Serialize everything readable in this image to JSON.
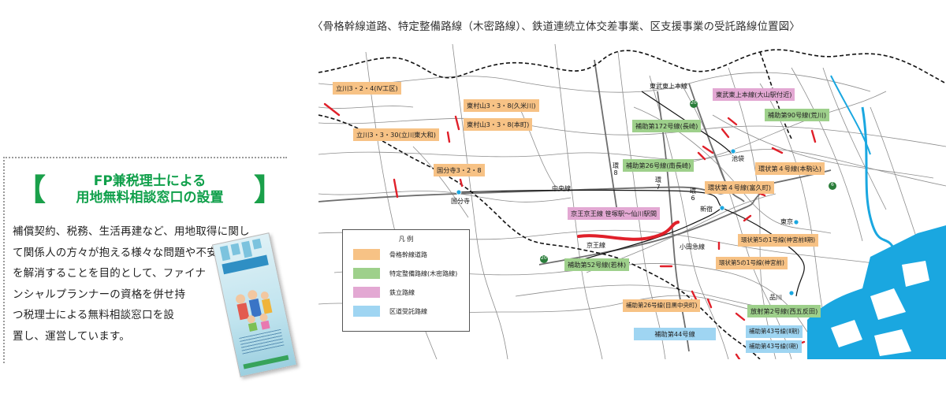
{
  "panel": {
    "bracket_left": "【",
    "bracket_right": "】",
    "heading_line1": "FP兼税理士による",
    "heading_line2": "用地無料相談窓口の設置",
    "body_lines": [
      "補償契約、税務、生活再建など、用地取得に関し",
      "て関係人の方々が抱える様々な問題や不安",
      "を解消することを目的として、ファイナ",
      "ンシャルプランナーの資格を併せ持",
      "つ税理士による無料相談窓口を設",
      "置し、運営しています。"
    ]
  },
  "map": {
    "title": "〈骨格幹線道路、特定整備路線（木密路線）、鉄道連続立体交差事業、区支援事業の受託路線位置図〉",
    "colors": {
      "kokkaku": "#f7c285",
      "mokumitsu": "#9ed08b",
      "tetsudo": "#e3a8d3",
      "ku": "#9fd5f2",
      "project_line": "#e0202a",
      "water": "#1aa7e0"
    },
    "labels": {
      "l1": "立川3・2・4(Ⅳ工区)",
      "l2": "東村山3・3・8(久米川)",
      "l3": "東村山3・3・8(本町)",
      "l4": "立川3・3・30(立川東大和)",
      "l5": "国分寺3・2・8",
      "l6": "補助第172号線(長崎)",
      "l7": "東武東上本線(大山駅付近)",
      "l8": "補助第90号線(荒川)",
      "l9": "補助第26号線(南長崎)",
      "l10": "環状第４号線(本駒込)",
      "l11": "環状第４号線(富久町)",
      "l12": "京王京王線 笹塚駅〜仙川駅間",
      "l13": "環状第5の1号線(神宮前Ⅱ期)",
      "l14": "補助第52号線(若林)",
      "l15": "環状第5の1号線(神宮前)",
      "l16": "補助第26号線(目黒中央町)",
      "l17": "放射第2号線(西五反田)",
      "l18": "補助第44号線",
      "l19": "補助第43号線(Ⅱ期)",
      "l20": "補助第43号線(Ⅰ期)"
    },
    "stations": {
      "kokubunji": "国分寺",
      "ikebukuro": "池袋",
      "shinjuku": "新宿",
      "tokyo": "東京",
      "shinagawa": "品川"
    },
    "rails": {
      "tobu_tojo": "東武東上本線",
      "chuo": "中央線",
      "keio": "京王線",
      "odakyu": "小田急線"
    },
    "rings": {
      "r8": "環8",
      "r7": "環7",
      "r6": "環6"
    },
    "shields": [
      "20",
      "6",
      "20"
    ],
    "legend": {
      "title": "凡 例",
      "items": [
        {
          "label": "骨格幹線道路",
          "color": "#f7c285"
        },
        {
          "label": "特定整備路線(木密路線)",
          "color": "#9ed08b"
        },
        {
          "label": "鉄立路線",
          "color": "#e3a8d3"
        },
        {
          "label": "区道受託路線",
          "color": "#9fd5f2"
        }
      ]
    }
  }
}
